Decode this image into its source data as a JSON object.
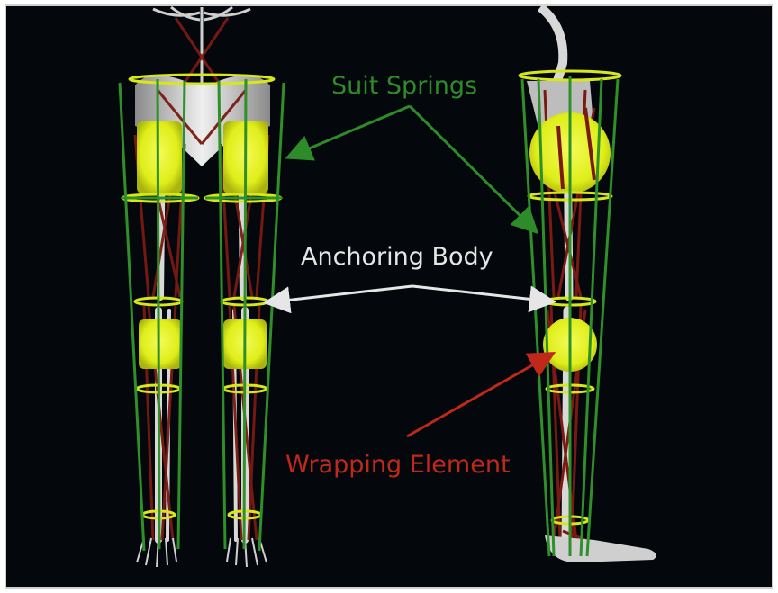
{
  "labels": {
    "suit_springs": "Suit Springs",
    "anchoring_body": "Anchoring Body",
    "wrapping_element": "Wrapping Element"
  },
  "colors": {
    "background": "#04070c",
    "spring_green": "#2f8f2a",
    "label_green": "#2e8b2a",
    "label_white": "#e6e6e6",
    "label_red": "#c0281a",
    "wrap_yellow": "#e6f21a",
    "muscle_red": "#7a1a12",
    "bone": "#d4d4d4"
  }
}
